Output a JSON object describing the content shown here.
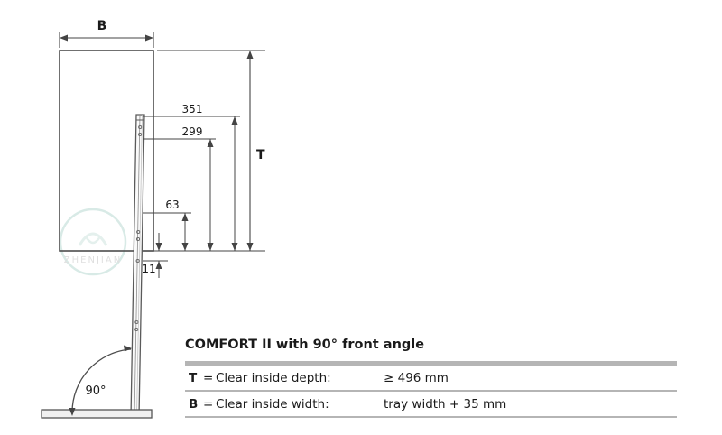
{
  "diagram": {
    "labels": {
      "b": "B",
      "t": "T",
      "d351": "351",
      "d299": "299",
      "d63": "63",
      "d11": "11",
      "angle": "90°"
    },
    "watermark": "ZHENJIAN",
    "colors": {
      "line": "#4d4d4d",
      "rail": "#5a5a5a",
      "bar": "#b5b5b5",
      "watermark_teal": "#b9d9d2"
    }
  },
  "spec": {
    "title": "COMFORT II with 90° front angle",
    "rows": [
      {
        "symbol": "T",
        "eq": "=",
        "label": "Clear inside depth:",
        "value": "≥ 496 mm"
      },
      {
        "symbol": "B",
        "eq": "=",
        "label": "Clear inside width:",
        "value": "tray width + 35 mm"
      }
    ]
  }
}
